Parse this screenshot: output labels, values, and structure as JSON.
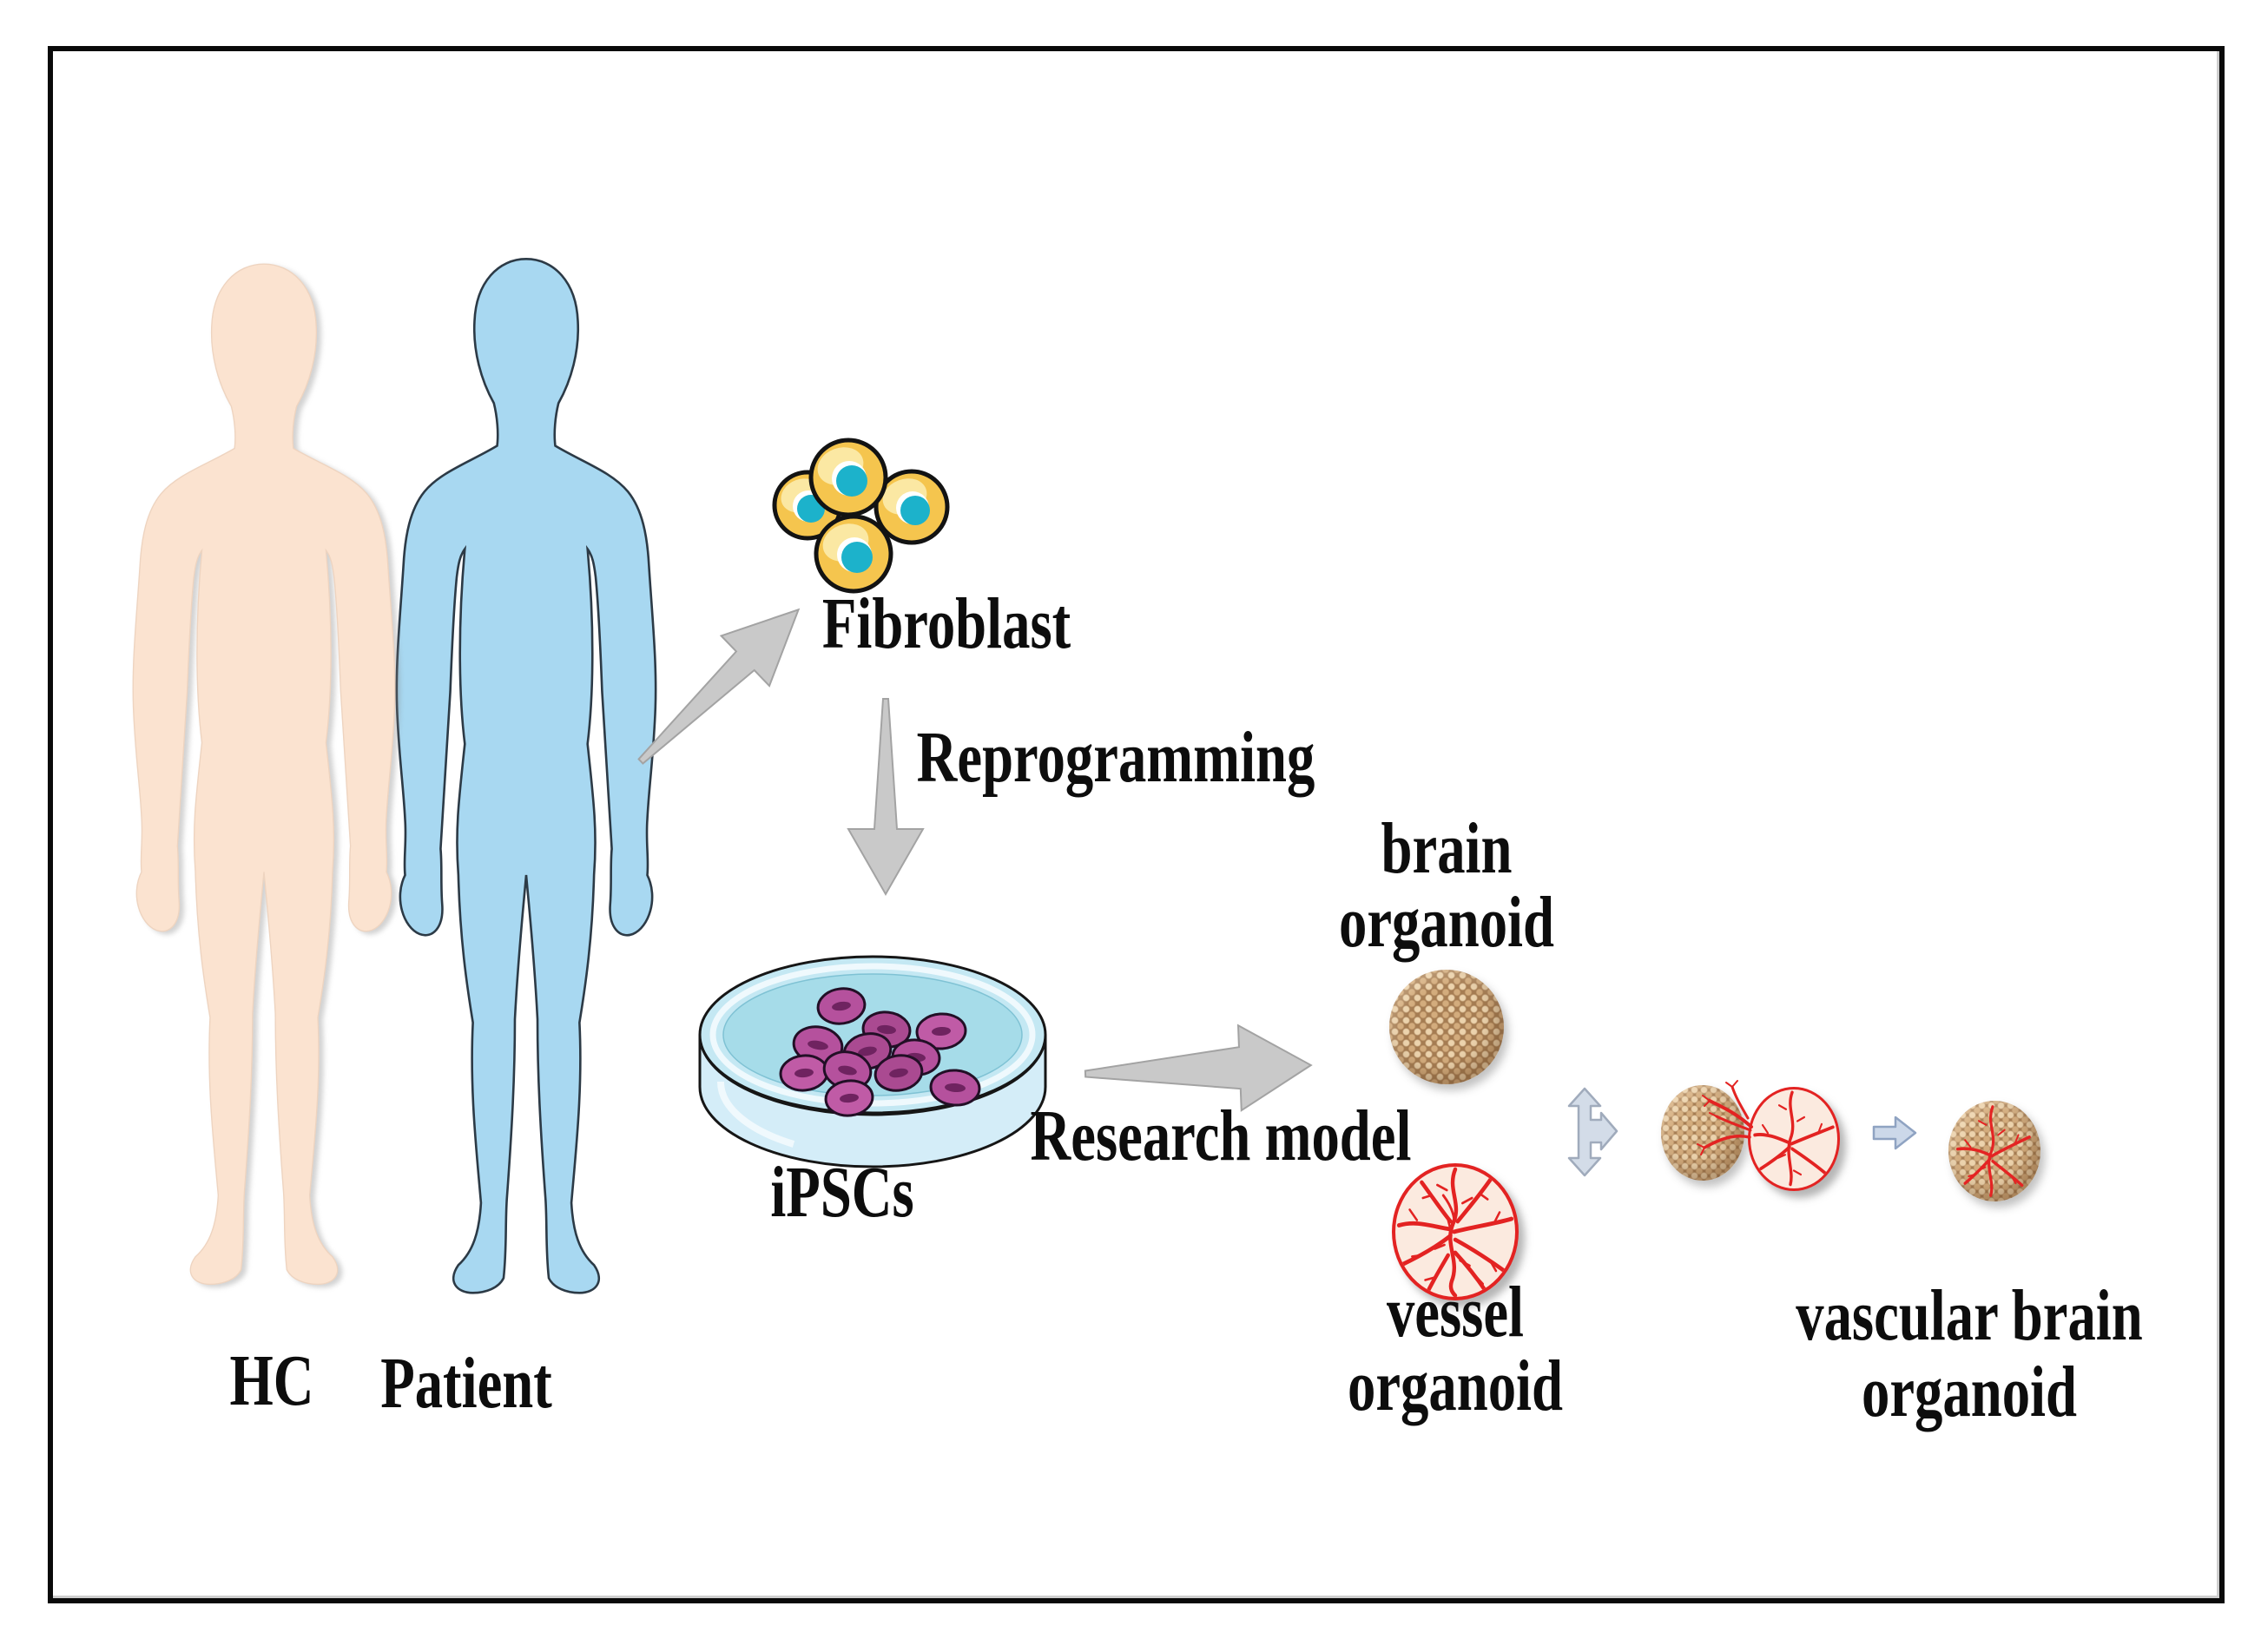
{
  "diagram": {
    "subjects": {
      "hc_label": "HC",
      "patient_label": "Patient"
    },
    "process": {
      "fibroblast_label": "Fibroblast",
      "reprogramming_label": "Reprogramming",
      "ipscs_label": "iPSCs",
      "research_model_label": "Research model"
    },
    "organoids": {
      "brain": [
        "brain",
        "organoid"
      ],
      "vessel": [
        "vessel",
        "organoid"
      ],
      "vascular_brain": [
        "vascular brain",
        "organoid"
      ]
    }
  },
  "colors": {
    "hc_silhouette": "#fbe3d0",
    "patient_silhouette": "#a8d8f1",
    "fibroblast_cell": "#f5c54e",
    "fibroblast_nucleus": "#1cb2cb",
    "ipsc_cell": "#b4509c",
    "petri_dish_surface": "#a6dce9",
    "brain_organoid": "#b08456",
    "vessel_red": "#e32322",
    "process_arrow": "#c9c9c9",
    "merge_arrow": "#ccd8e9",
    "text": "#0d0d0d"
  }
}
